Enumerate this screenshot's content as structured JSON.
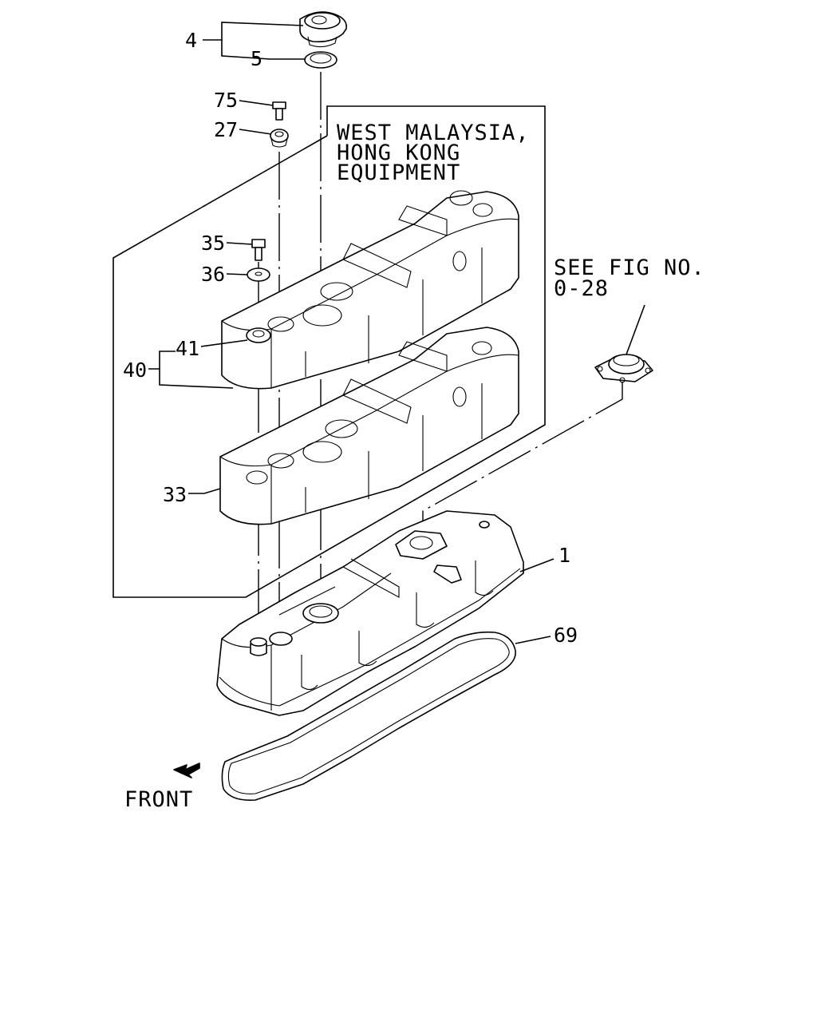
{
  "callouts": {
    "c4": "4",
    "c5": "5",
    "c75": "75",
    "c27": "27",
    "c35": "35",
    "c36": "36",
    "c41": "41",
    "c40": "40",
    "c33": "33",
    "c1": "1",
    "c69": "69"
  },
  "notes": {
    "equipment_line1": "WEST MALAYSIA,",
    "equipment_line2": "HONG KONG",
    "equipment_line3": "EQUIPMENT",
    "see_fig_line1": "SEE FIG NO.",
    "see_fig_line2": "0-28"
  },
  "front_label": "FRONT"
}
